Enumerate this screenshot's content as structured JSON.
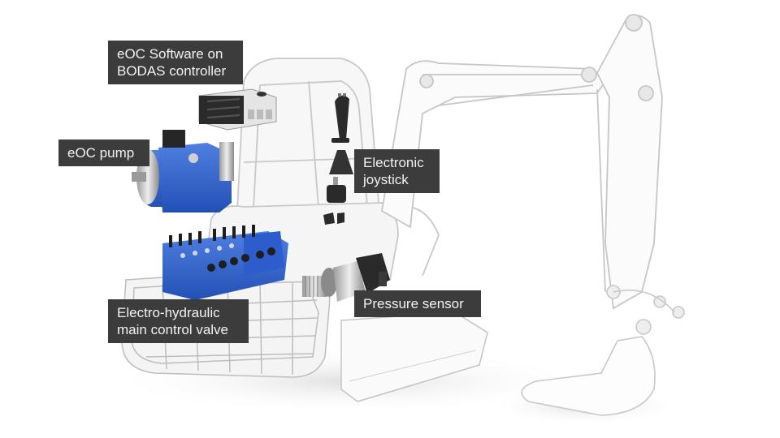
{
  "diagram": {
    "subject": "excavator-electro-hydraulic-system",
    "colors": {
      "label_background": "#3c3c3c",
      "label_text": "#f2f2f2",
      "component_blue": "#2e5fc9",
      "component_dark": "#2a2a2a",
      "outline_gray": "#c8c8c8",
      "background": "#ffffff"
    },
    "labels": {
      "software": "eOC Software on\nBODAS controller",
      "pump": "eOC pump",
      "joystick": "Electronic\njoystick",
      "valve": "Electro-hydraulic\nmain control valve",
      "sensor": "Pressure sensor"
    }
  }
}
